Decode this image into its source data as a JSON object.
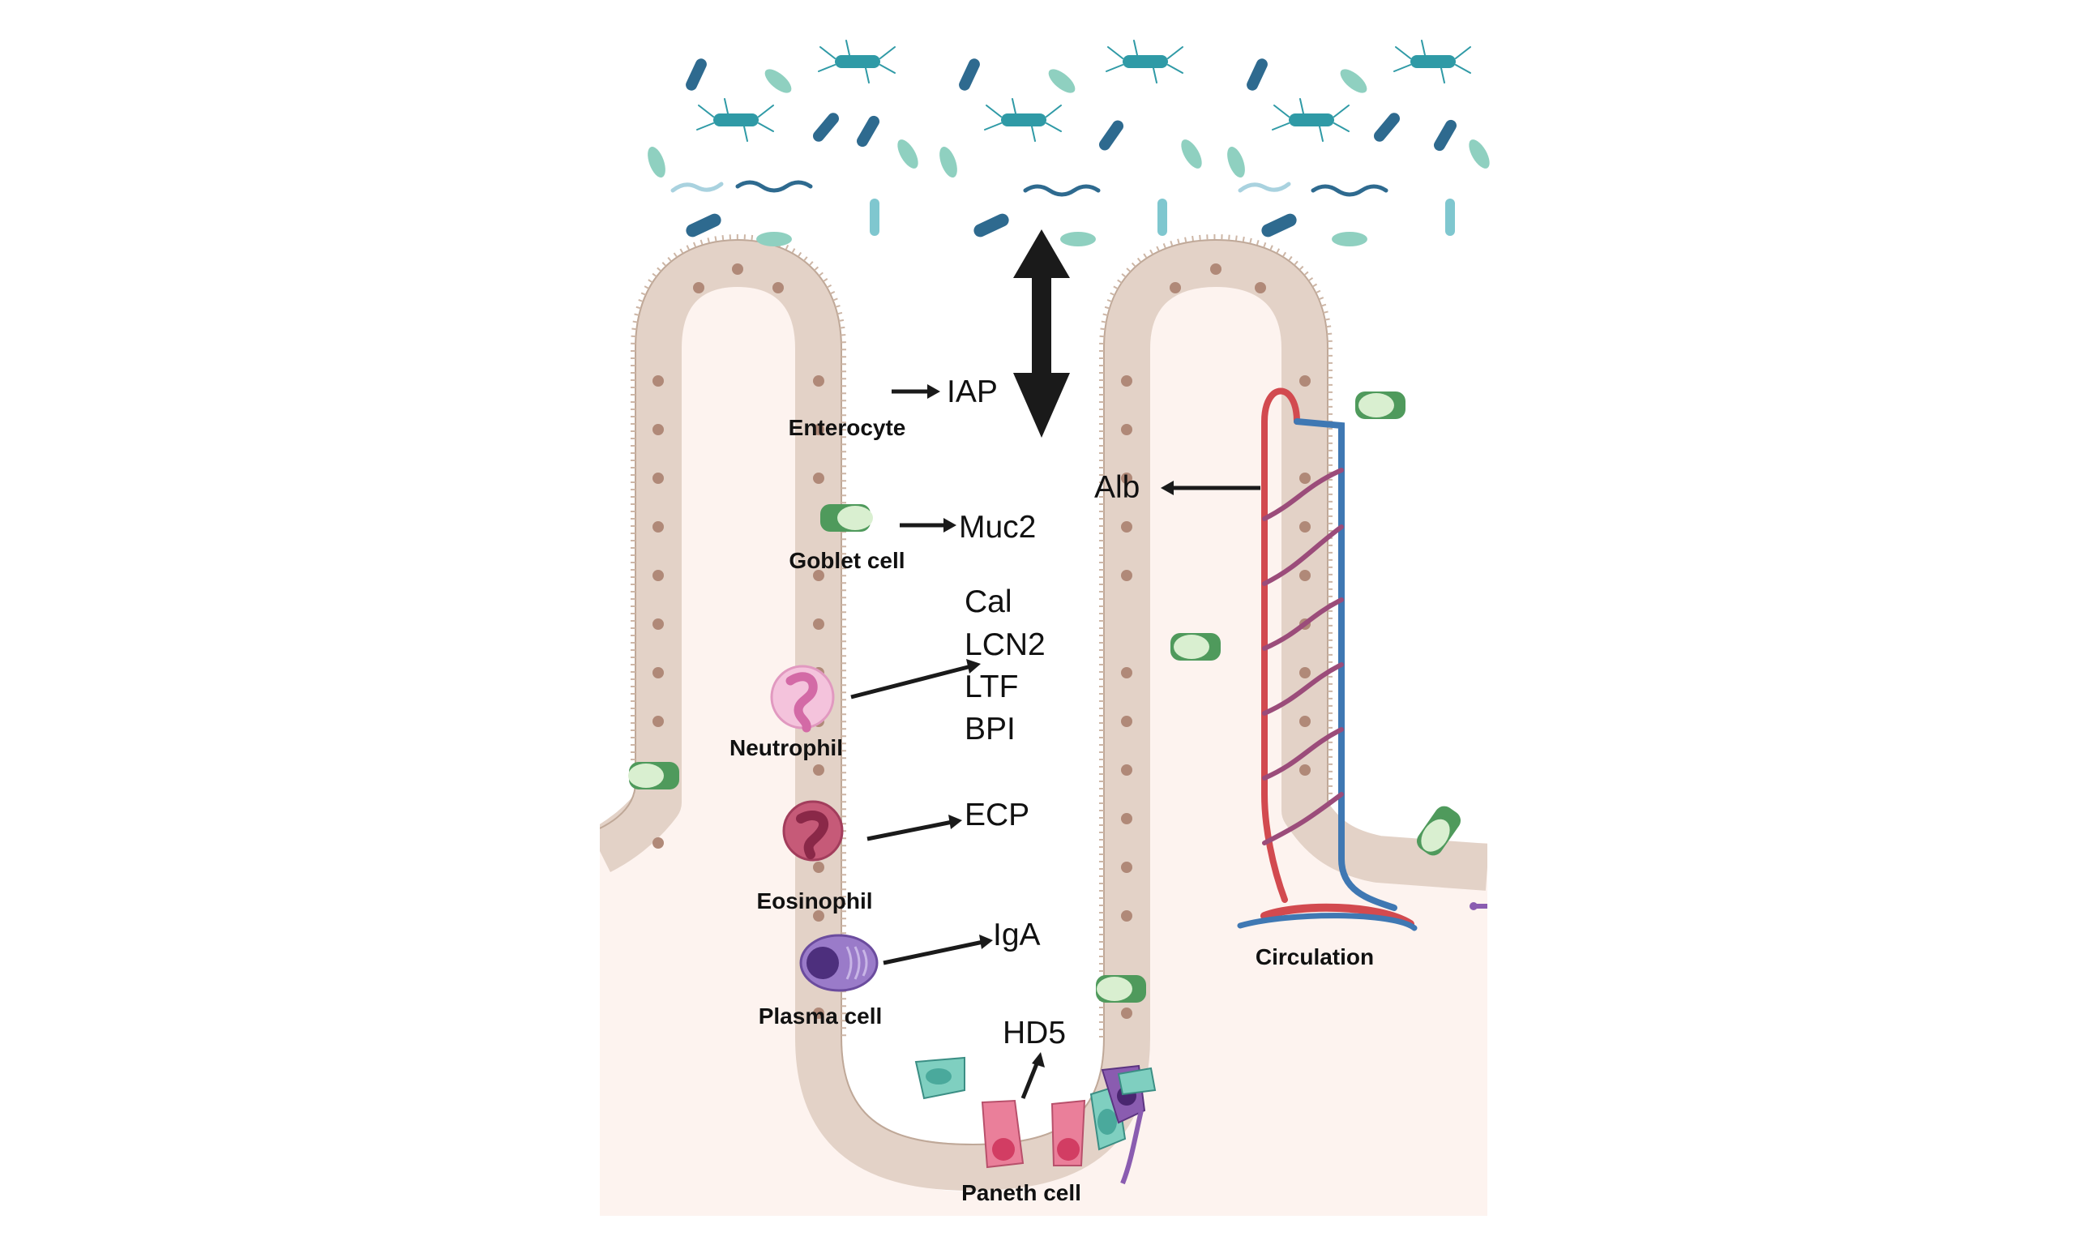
{
  "colors": {
    "background": "#fdf3ef",
    "epithelium": "#e3d2c7",
    "nucleus": "#b08978",
    "goblet": "#4f9a5c",
    "paneth": "#ea7f9a",
    "stem": "#7fcfc0",
    "tuft": "#8a5cb0",
    "artery": "#d24a4f",
    "vein": "#3f78b3",
    "arrow": "#1a1a1a",
    "bacteria_dark": "#2e6a8f",
    "bacteria_teal": "#2f9aa6",
    "bacteria_mint": "#8fd0c0"
  },
  "labels": {
    "iap": "IAP",
    "enterocyte": "Enterocyte",
    "muc2": "Muc2",
    "goblet_cell": "Goblet cell",
    "cal": "Cal",
    "lcn2": "LCN2",
    "ltf": "LTF",
    "bpi": "BPI",
    "neutrophil": "Neutrophil",
    "ecp": "ECP",
    "eosinophil": "Eosinophil",
    "iga": "IgA",
    "plasma_cell": "Plasma cell",
    "hd5": "HD5",
    "paneth_cell": "Paneth cell",
    "alb": "Alb",
    "circulation": "Circulation"
  },
  "icons": [
    "bacteria",
    "double-arrow",
    "goblet-cell",
    "paneth-cell",
    "neutrophil",
    "eosinophil",
    "plasma-cell",
    "blood-vessel"
  ]
}
